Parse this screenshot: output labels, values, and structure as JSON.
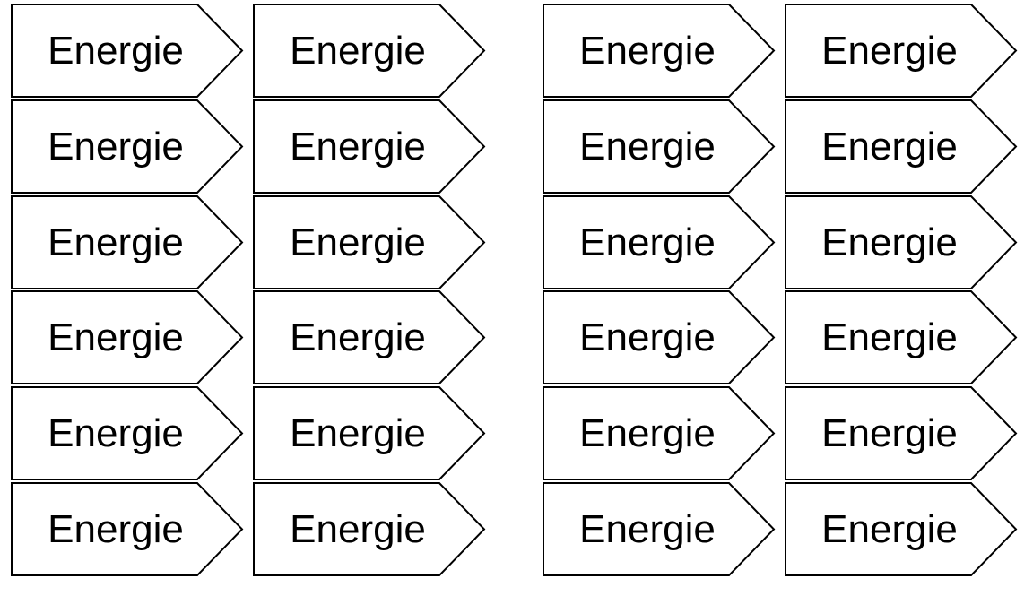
{
  "tags": [
    "Energie",
    "Energie",
    "Energie",
    "Energie",
    "Energie",
    "Energie",
    "Energie",
    "Energie",
    "Energie",
    "Energie",
    "Energie",
    "Energie",
    "Energie",
    "Energie",
    "Energie",
    "Energie",
    "Energie",
    "Energie",
    "Energie",
    "Energie",
    "Energie",
    "Energie",
    "Energie",
    "Energie"
  ],
  "colors": {
    "stroke": "#000000",
    "fill": "#ffffff"
  }
}
